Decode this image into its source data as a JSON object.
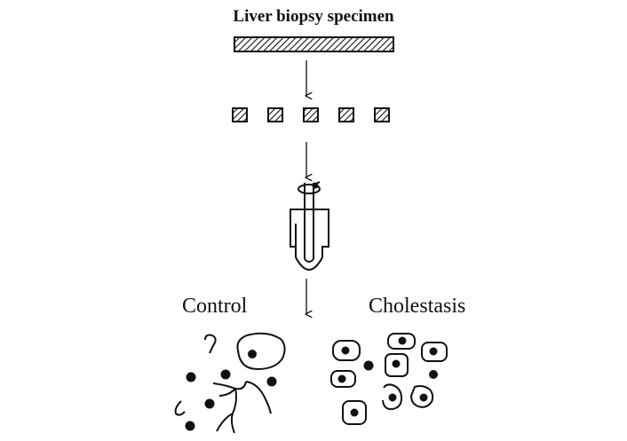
{
  "title": "Liver biopsy specimen",
  "labels": {
    "control": "Control",
    "cholestasis": "Cholestasis"
  },
  "colors": {
    "ink": "#111111",
    "background": "#ffffff"
  }
}
